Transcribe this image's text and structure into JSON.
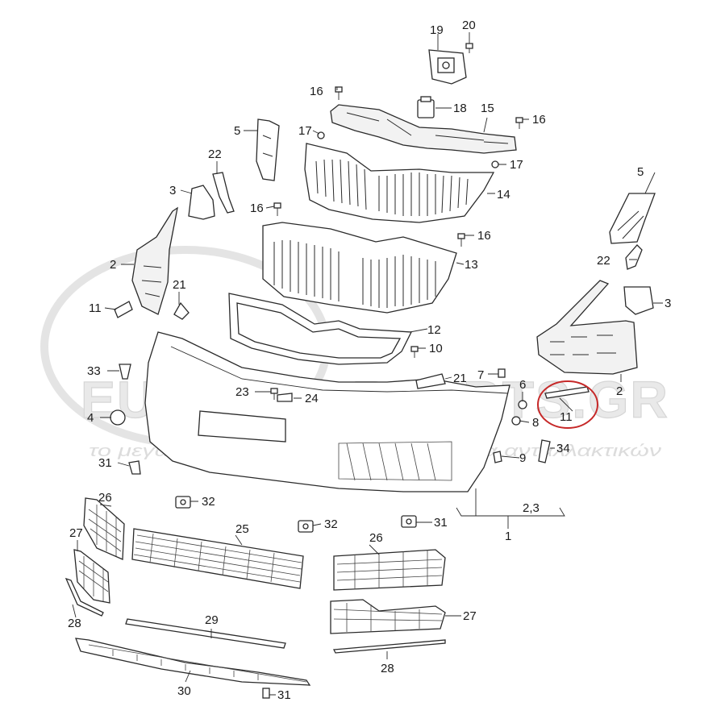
{
  "watermark": {
    "brand": "EUROPCARPARTS.GR",
    "tagline": "το μεγαλύτερο ηλεκτρονικό κατάστημα ανταλλακτικών"
  },
  "highlight": {
    "part": "11",
    "color": "#c62828"
  },
  "callouts": [
    {
      "id": "c19",
      "text": "19"
    },
    {
      "id": "c20",
      "text": "20"
    },
    {
      "id": "c16a",
      "text": "16"
    },
    {
      "id": "c18",
      "text": "18"
    },
    {
      "id": "c15",
      "text": "15"
    },
    {
      "id": "c16b",
      "text": "16"
    },
    {
      "id": "c5a",
      "text": "5"
    },
    {
      "id": "c17a",
      "text": "17"
    },
    {
      "id": "c17b",
      "text": "17"
    },
    {
      "id": "c22a",
      "text": "22"
    },
    {
      "id": "c14",
      "text": "14"
    },
    {
      "id": "c3a",
      "text": "3"
    },
    {
      "id": "c16c",
      "text": "16"
    },
    {
      "id": "c5b",
      "text": "5"
    },
    {
      "id": "c16d",
      "text": "16"
    },
    {
      "id": "c2a",
      "text": "2"
    },
    {
      "id": "c13",
      "text": "13"
    },
    {
      "id": "c22b",
      "text": "22"
    },
    {
      "id": "c21a",
      "text": "21"
    },
    {
      "id": "c3b",
      "text": "3"
    },
    {
      "id": "c11a",
      "text": "11"
    },
    {
      "id": "c12",
      "text": "12"
    },
    {
      "id": "c10",
      "text": "10"
    },
    {
      "id": "c33",
      "text": "33"
    },
    {
      "id": "c21b",
      "text": "21"
    },
    {
      "id": "c7",
      "text": "7"
    },
    {
      "id": "c2b",
      "text": "2"
    },
    {
      "id": "c23",
      "text": "23"
    },
    {
      "id": "c24",
      "text": "24"
    },
    {
      "id": "c6",
      "text": "6"
    },
    {
      "id": "c11b",
      "text": "11"
    },
    {
      "id": "c4",
      "text": "4"
    },
    {
      "id": "c8",
      "text": "8"
    },
    {
      "id": "c34",
      "text": "34"
    },
    {
      "id": "c31a",
      "text": "31"
    },
    {
      "id": "c9",
      "text": "9"
    },
    {
      "id": "c23l",
      "text": "2,3"
    },
    {
      "id": "c1",
      "text": "1"
    },
    {
      "id": "c26a",
      "text": "26"
    },
    {
      "id": "c32a",
      "text": "32"
    },
    {
      "id": "c25",
      "text": "25"
    },
    {
      "id": "c32b",
      "text": "32"
    },
    {
      "id": "c31b",
      "text": "31"
    },
    {
      "id": "c27a",
      "text": "27"
    },
    {
      "id": "c26b",
      "text": "26"
    },
    {
      "id": "c28a",
      "text": "28"
    },
    {
      "id": "c29",
      "text": "29"
    },
    {
      "id": "c27b",
      "text": "27"
    },
    {
      "id": "c28b",
      "text": "28"
    },
    {
      "id": "c30",
      "text": "30"
    },
    {
      "id": "c31c",
      "text": "31"
    }
  ]
}
